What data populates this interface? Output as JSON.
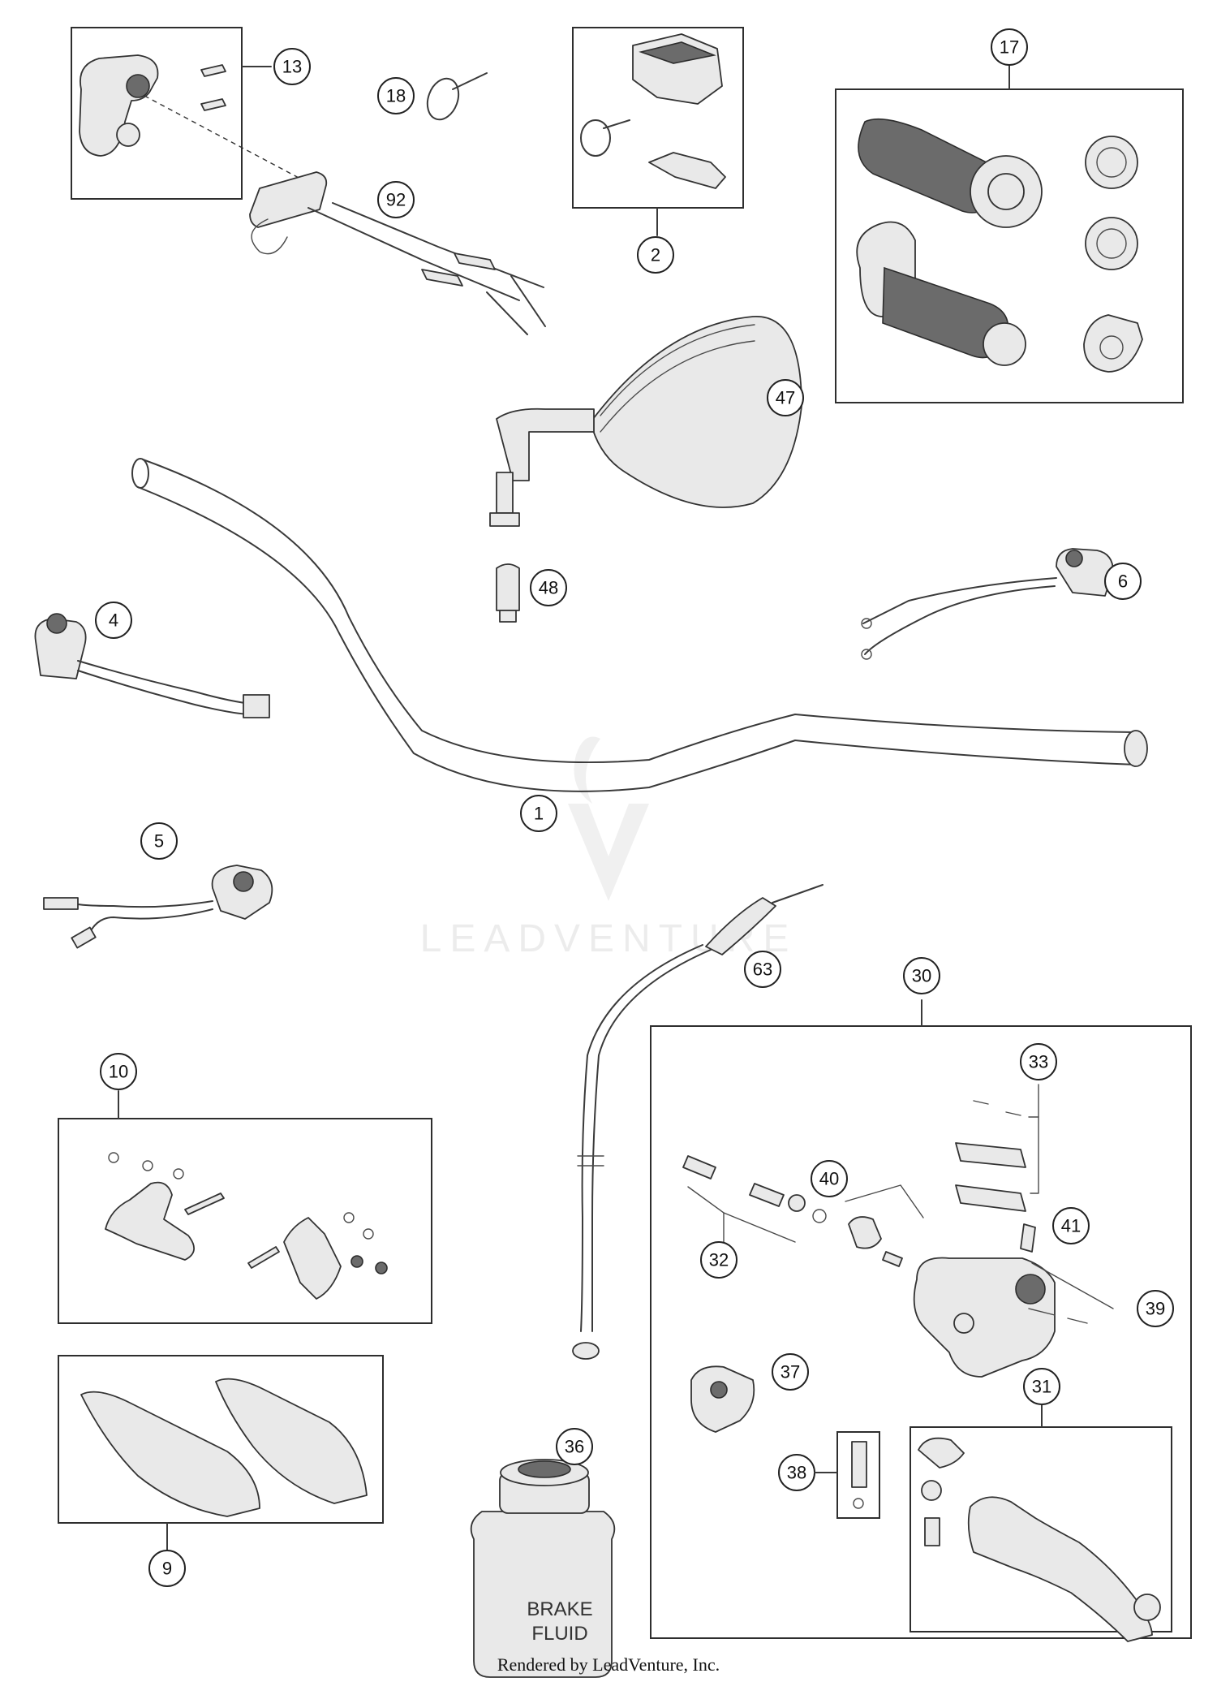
{
  "watermark": {
    "brand": "LEADVENTURE"
  },
  "footer": {
    "credit": "Rendered by LeadVenture, Inc."
  },
  "brake_fluid_label": {
    "line1": "BRAKE",
    "line2": "FLUID"
  },
  "callouts": {
    "c13": "13",
    "c18": "18",
    "c92": "92",
    "c2": "2",
    "c17": "17",
    "c47": "47",
    "c48": "48",
    "c6": "6",
    "c4": "4",
    "c1": "1",
    "c5": "5",
    "c63": "63",
    "c30": "30",
    "c10": "10",
    "c33": "33",
    "c40": "40",
    "c41": "41",
    "c32": "32",
    "c39": "39",
    "c37": "37",
    "c31": "31",
    "c38": "38",
    "c36": "36",
    "c9": "9"
  }
}
